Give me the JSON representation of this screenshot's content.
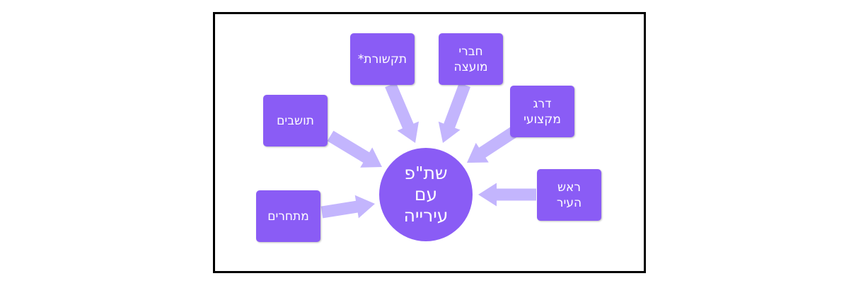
{
  "colors": {
    "node": "#8a5cf5",
    "arrow": "#c3b5fd",
    "border": "#000000"
  },
  "center": {
    "label": "שת\"פ\nעם\nעירייה"
  },
  "nodes": [
    {
      "id": "residents",
      "label": "תושבים"
    },
    {
      "id": "media",
      "label": "תקשורת*"
    },
    {
      "id": "council",
      "label": "חברי\nמועצה"
    },
    {
      "id": "professional",
      "label": "דרג\nמקצועי"
    },
    {
      "id": "mayor",
      "label": "ראש\nהעיר"
    },
    {
      "id": "competitors",
      "label": "מתחרים"
    }
  ]
}
